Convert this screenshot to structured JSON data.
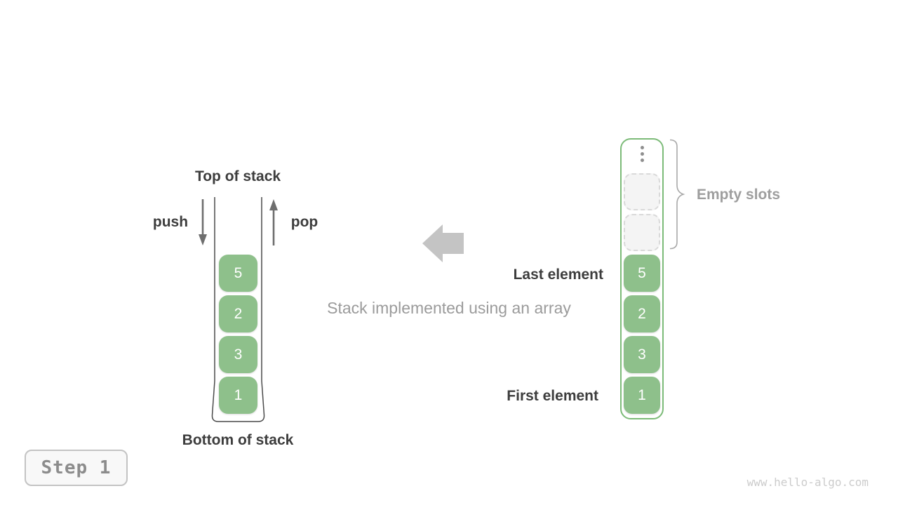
{
  "diagram": {
    "left_stack": {
      "top_label": "Top of stack",
      "bottom_label": "Bottom of stack",
      "push_label": "push",
      "pop_label": "pop",
      "items": [
        "5",
        "2",
        "3",
        "1"
      ]
    },
    "center": {
      "caption": "Stack implemented using an array"
    },
    "array": {
      "items": [
        "5",
        "2",
        "3",
        "1"
      ],
      "empty_slot_count": 2,
      "labels": {
        "empty_slots": "Empty slots",
        "last_element": "Last element",
        "first_element": "First element"
      }
    },
    "footer": {
      "step_label": "Step 1",
      "watermark": "www.hello-algo.com"
    },
    "colors": {
      "cell_green": "#8ec08b",
      "array_border_green": "#7cbb78",
      "dark_text": "#3d3d3d",
      "gray_text": "#9b9b9b",
      "small_arrow_gray": "#6e6e6e",
      "big_arrow_gray": "#c4c4c4",
      "stack_outline": "#4a4a4a",
      "empty_slot_fill": "#f4f4f4",
      "empty_slot_border": "#d9d9d9",
      "step_text": "#8c8c8c",
      "step_border": "#c3c3c3",
      "watermark": "#cccccc"
    }
  }
}
